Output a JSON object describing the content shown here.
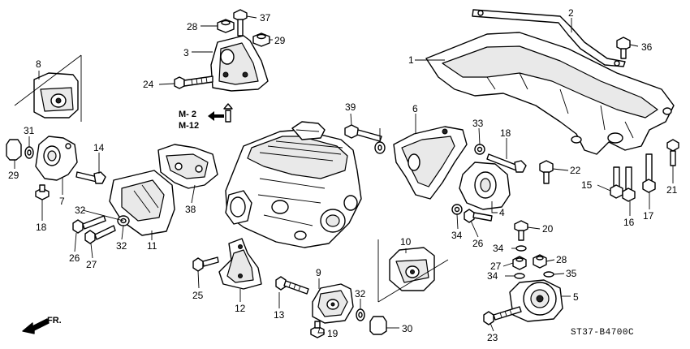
{
  "diagram": {
    "code": "ST37-B4700C",
    "front_label": "FR.",
    "refs": [
      "M- 2",
      "M-12"
    ],
    "callouts": [
      "1",
      "2",
      "3",
      "4",
      "5",
      "6",
      "7",
      "8",
      "9",
      "10",
      "11",
      "12",
      "13",
      "14",
      "15",
      "16",
      "17",
      "18",
      "18",
      "19",
      "20",
      "21",
      "22",
      "23",
      "24",
      "25",
      "26",
      "26",
      "27",
      "27",
      "28",
      "28",
      "29",
      "29",
      "30",
      "31",
      "31",
      "32",
      "32",
      "32",
      "33",
      "34",
      "34",
      "34",
      "35",
      "36",
      "37",
      "38",
      "39"
    ]
  }
}
